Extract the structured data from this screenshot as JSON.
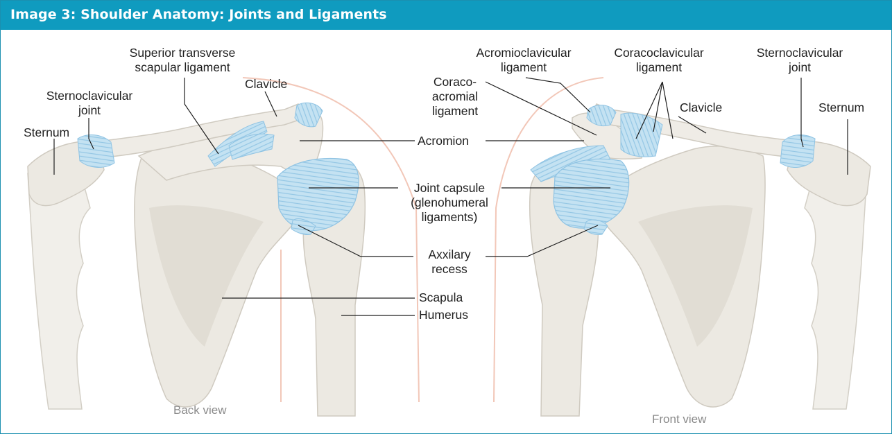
{
  "title": "Image 3: Shoulder Anatomy: Joints and Ligaments",
  "colors": {
    "header": "#0f9bbf",
    "bone": "#ece9e2",
    "bone_shadow": "#d9d5cc",
    "ligament": "#b9dcef",
    "ligament_line": "#8fc3e3",
    "body_outline": "#f2c7b8",
    "leader": "#1e1e1e"
  },
  "labels": {
    "superior_transverse": [
      "Superior transverse",
      "scapular ligament"
    ],
    "clavicle_left": "Clavicle",
    "sternoclavicular_left": [
      "Sternoclavicular",
      "joint"
    ],
    "sternum_left": "Sternum",
    "acromioclavicular": [
      "Acromioclavicular",
      "ligament"
    ],
    "coracoclavicular": [
      "Coracoclavicular",
      "ligament"
    ],
    "sternoclavicular_right": [
      "Sternoclavicular",
      "joint"
    ],
    "coracoacromial": [
      "Coraco-",
      "acromial",
      "ligament"
    ],
    "clavicle_right": "Clavicle",
    "sternum_right": "Sternum",
    "acromion": "Acromion",
    "joint_capsule": [
      "Joint capsule",
      "(glenohumeral",
      "ligaments)"
    ],
    "axillary_recess": [
      "Axxilary",
      "recess"
    ],
    "scapula": "Scapula",
    "humerus": "Humerus"
  },
  "views": {
    "back": "Back view",
    "front": "Front view"
  }
}
